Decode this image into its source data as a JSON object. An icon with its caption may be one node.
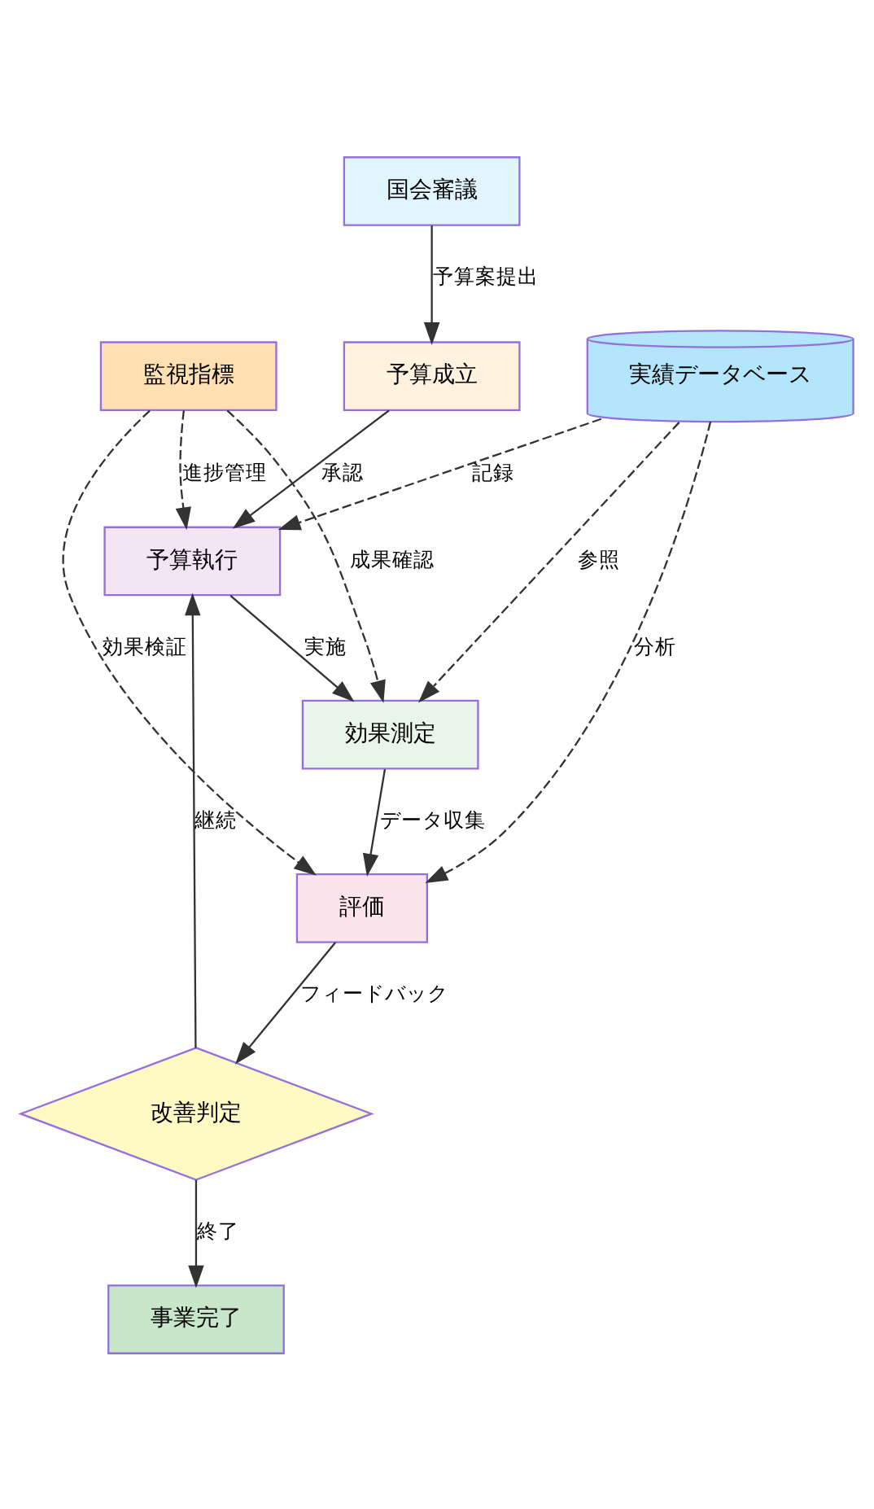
{
  "diagram": {
    "nodes": [
      {
        "text": [
          "国会審議"
        ]
      },
      {
        "text": [
          "予算成立"
        ]
      },
      {
        "text": [
          "監視指標"
        ]
      },
      {
        "text": [
          "実績データベース"
        ]
      },
      {
        "text": [
          "予算執行"
        ]
      },
      {
        "text": [
          "効果測定"
        ]
      },
      {
        "text": [
          "評価"
        ]
      },
      {
        "text": [
          "改善判定"
        ]
      },
      {
        "text": [
          "事業完了"
        ]
      }
    ],
    "edges": [
      {
        "from": 0,
        "to": 1,
        "arrow": "to",
        "label": "予算案提出"
      },
      {
        "from": 1,
        "to": 4,
        "arrow": "to",
        "label": "承認"
      },
      {
        "from": 2,
        "to": 4,
        "arrow": "to",
        "label": "進捗管理",
        "style": "dashed"
      },
      {
        "from": 3,
        "to": 4,
        "arrow": "to",
        "label": "記録",
        "style": "dashed"
      },
      {
        "from": 4,
        "to": 5,
        "arrow": "to",
        "label": "実施"
      },
      {
        "from": 2,
        "to": 5,
        "arrow": "to",
        "label": "成果確認",
        "style": "dashed"
      },
      {
        "from": 3,
        "to": 5,
        "arrow": "to",
        "label": "参照",
        "style": "dashed"
      },
      {
        "from": 2,
        "to": 6,
        "arrow": "to",
        "label": "効果検証",
        "style": "dashed"
      },
      {
        "from": 3,
        "to": 6,
        "arrow": "to",
        "label": "分析",
        "style": "dashed"
      },
      {
        "from": 5,
        "to": 6,
        "arrow": "to",
        "label": "データ収集"
      },
      {
        "from": 6,
        "to": 7,
        "arrow": "to",
        "label": "フィードバック"
      },
      {
        "from": 7,
        "to": 4,
        "arrow": "to",
        "label": "継続"
      },
      {
        "from": 7,
        "to": 8,
        "arrow": "to",
        "label": "終了"
      }
    ]
  }
}
